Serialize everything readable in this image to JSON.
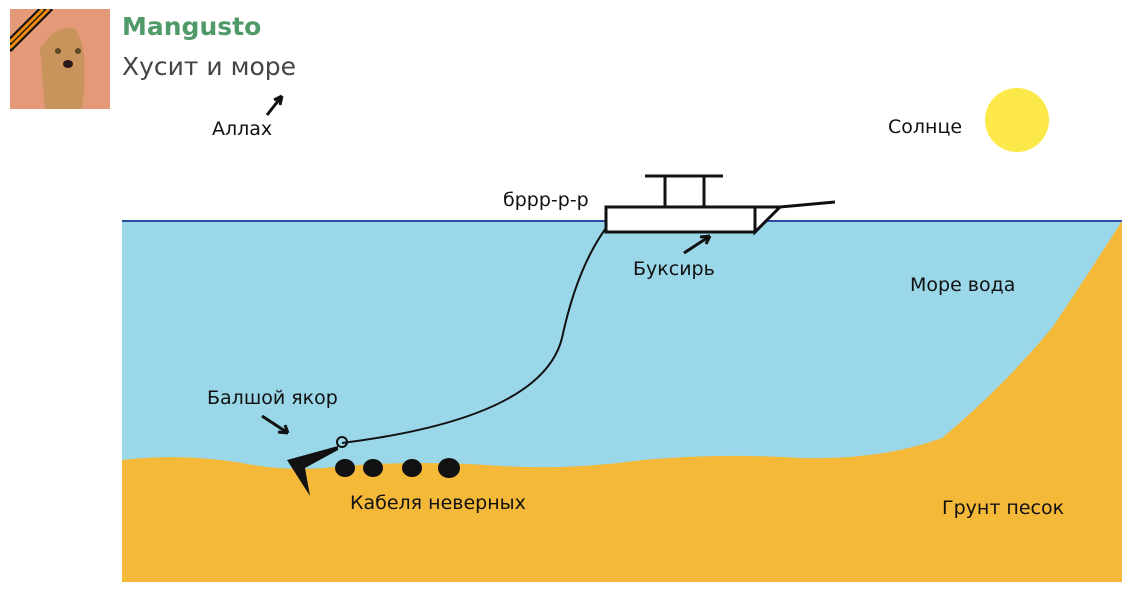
{
  "post": {
    "author": "Mangusto",
    "title": "Хусит и море"
  },
  "meme": {
    "labels": {
      "allah": "Аллах",
      "sun": "Солнце",
      "brrr": "бppp-p-p",
      "tug": "Буксирь",
      "sea": "Море вода",
      "anchor": "Балшой якор",
      "cables": "Кабеля неверных",
      "ground": "Грунт песок"
    },
    "colors": {
      "water": "#9ad7e8",
      "sand": "#f5b93a",
      "sun": "#fde84a",
      "waterline": "#2a4fa0"
    }
  }
}
